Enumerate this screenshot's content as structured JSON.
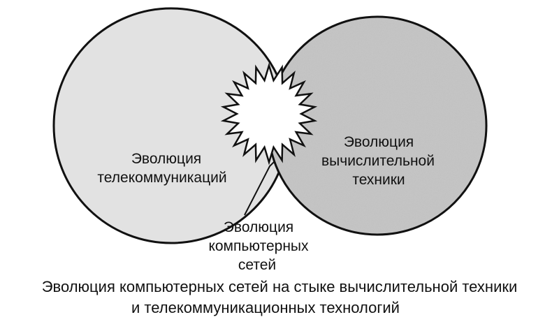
{
  "left_circle": {
    "line1": "Эволюция",
    "line2": "телекоммуникаций"
  },
  "right_circle": {
    "line1": "Эволюция",
    "line2": "вычислительной",
    "line3": "техники"
  },
  "center_label": {
    "line1": "Эволюция",
    "line2": "компьютерных",
    "line3": "сетей"
  },
  "caption": {
    "line1": "Эволюция компьютерных сетей на стыке вычислительной техники",
    "line2": "и телекоммуникационных технологий"
  },
  "colors": {
    "left_fill": "#e2e2e2",
    "right_fill": "#c4c4c4",
    "stroke": "#111111",
    "starburst_fill": "#ffffff"
  }
}
